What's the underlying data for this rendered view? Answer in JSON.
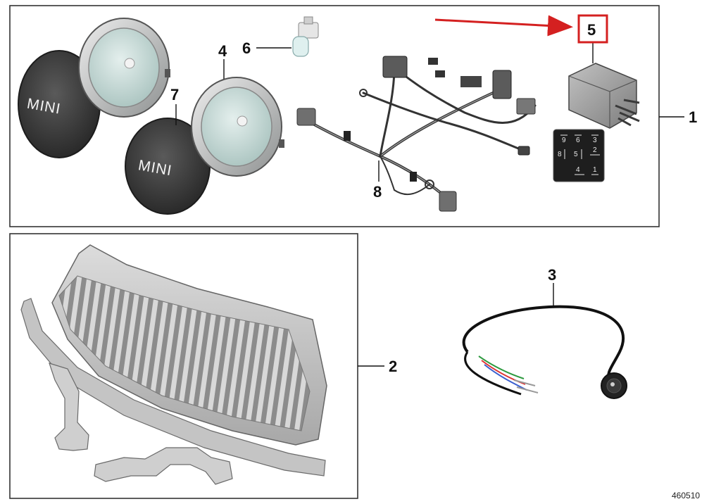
{
  "callouts": {
    "c1": "1",
    "c2": "2",
    "c3": "3",
    "c4": "4",
    "c5": "5",
    "c6": "6",
    "c7": "7",
    "c8": "8"
  },
  "cover_brand": "MINI",
  "relay_pins": {
    "p9": "9",
    "p6": "6",
    "p3": "3",
    "p8": "8",
    "p5": "5",
    "p2": "2",
    "p4": "4",
    "p1": "1"
  },
  "document_number": "460510",
  "colors": {
    "highlight": "#d42020",
    "frame": "#333333",
    "cover": "#3a3a3a",
    "lamp_chrome": "#c9cbcb",
    "lamp_glass": "#c7dbd8"
  }
}
